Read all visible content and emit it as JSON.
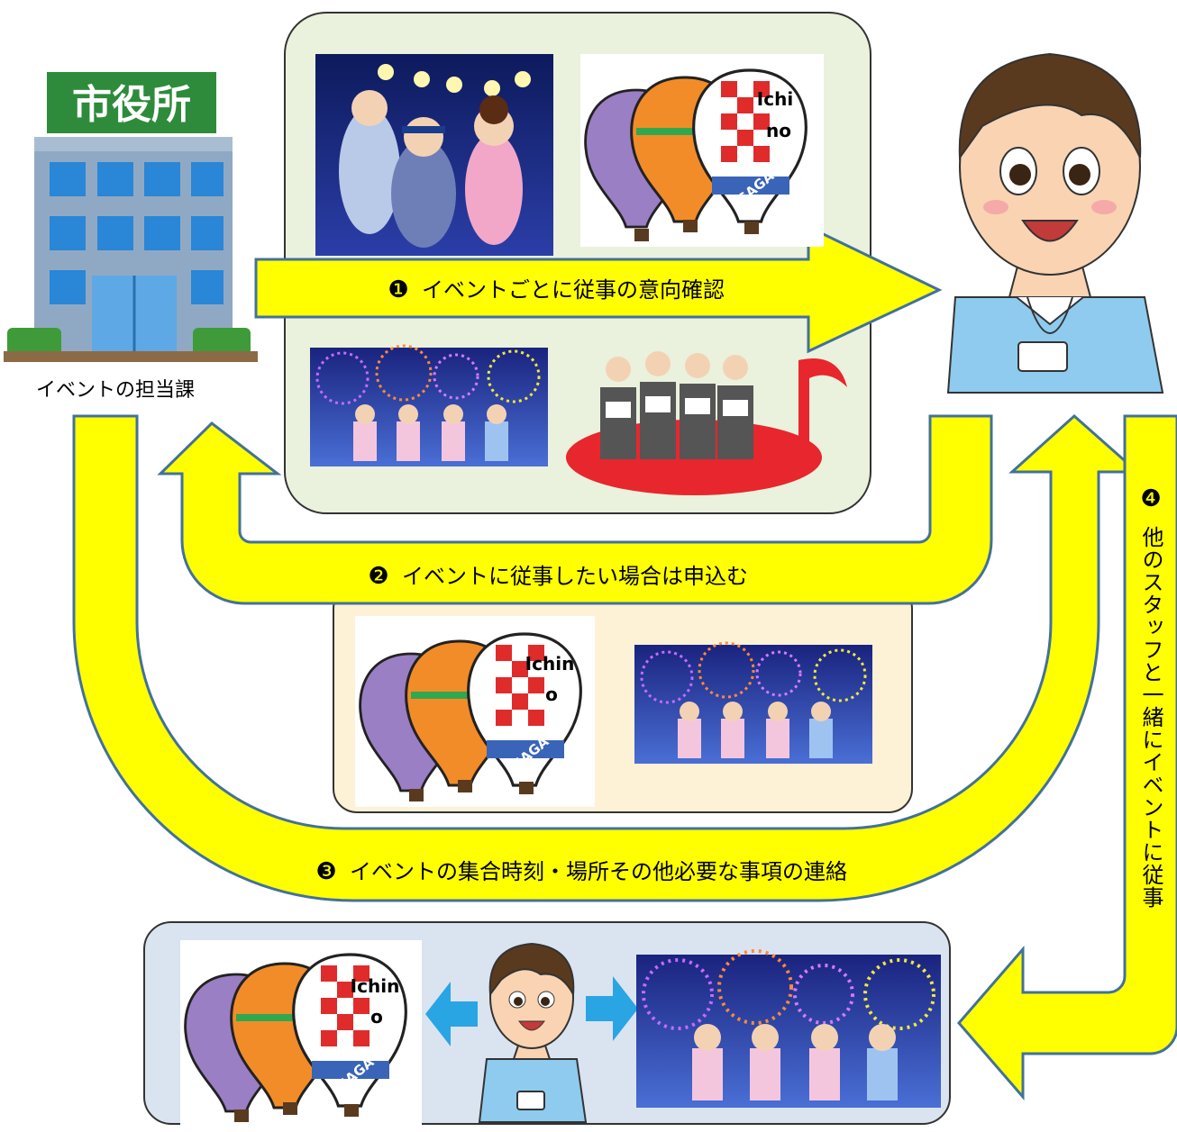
{
  "office": {
    "sign": "市役所",
    "caption": "イベントの担当課"
  },
  "steps": [
    {
      "num": "❶",
      "text": "イベントごとに従事の意向確認"
    },
    {
      "num": "❷",
      "text": "イベントに従事したい場合は申込む"
    },
    {
      "num": "❸",
      "text": "イベントの集合時刻・場所その他必要な事項の連絡"
    },
    {
      "num": "❹",
      "text": "他のスタッフと一緒にイベントに従事"
    }
  ],
  "balloon_labels": {
    "top": [
      "Ichi",
      "no"
    ],
    "middle": [
      "Ichin",
      "o"
    ],
    "bottom": [
      "Ichin",
      "o"
    ],
    "saga": "SAGA"
  },
  "colors": {
    "arrow_fill": "#ffff00",
    "arrow_stroke": "#41719c",
    "panel_green": "#eaf1dd",
    "panel_tan": "#fdf1d6",
    "panel_blue": "#dae4f0",
    "building": "#8fa9c4",
    "sign_green": "#2e8b3c",
    "firework_bg": "#24328f",
    "blue_arrow": "#29a5e4"
  },
  "icons": [
    "city-hall-building",
    "staff-person",
    "bon-odori-dancers",
    "hot-air-balloons",
    "fireworks-kids",
    "choir",
    "music-note"
  ]
}
